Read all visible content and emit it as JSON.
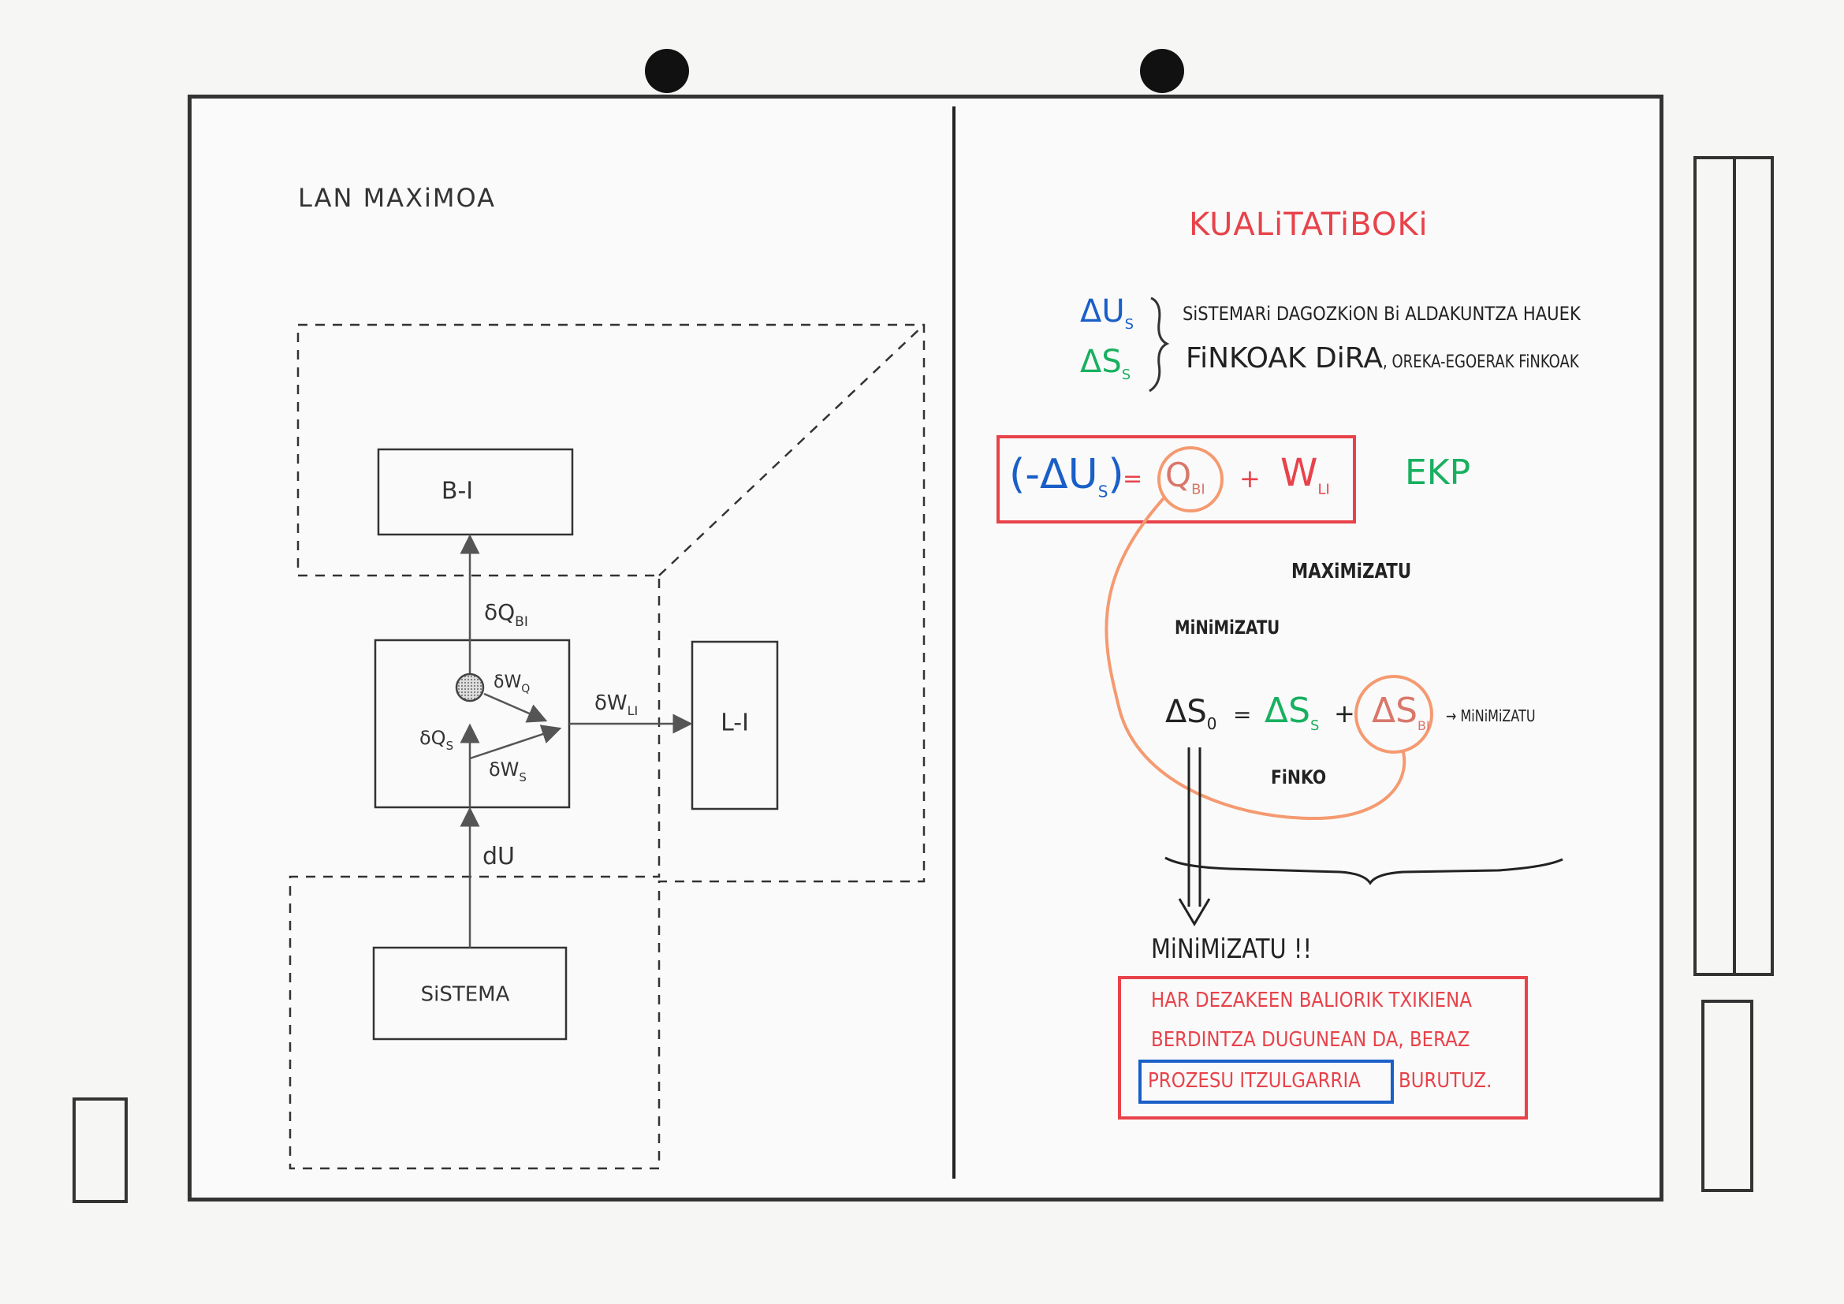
{
  "left_panel": {
    "title": "LAN MAXiMOA",
    "boxes": {
      "bi": "B-I",
      "li": "L-I",
      "sistema": "SiSTEMA"
    },
    "labels": {
      "dq_bi": "δQ",
      "dq_bi_sub": "BI",
      "dw_q": "δW",
      "dw_q_sub": "Q",
      "dq_s": "δQ",
      "dq_s_sub": "S",
      "dw_s": "δW",
      "dw_s_sub": "S",
      "dw_li": "δW",
      "dw_li_sub": "LI",
      "du": "dU"
    }
  },
  "right_panel": {
    "heading": "KUALiTATiBOKi",
    "delta_u_s": "ΔU",
    "delta_s_s": "ΔS",
    "sub_s": "S",
    "note_line1": "SiSTEMARi DAGOZKiON Bi ALDAKUNTZA HAUEK",
    "note_line2a": "FiNKOAK DiRA",
    "note_line2b": ", OREKA-EGOERAK FiNKOAK",
    "eq1": {
      "lhs": "(-ΔU",
      "lhs_sub": "S",
      "lhs_close": ")",
      "equals": "=",
      "q": "Q",
      "q_sub": "BI",
      "plus": "+",
      "w": "W",
      "w_sub": "LI"
    },
    "ekp": "EKP",
    "maximizatu": "MAXiMiZATU",
    "minimizatu": "MiNiMiZATU",
    "eq2": {
      "lhs": "ΔS",
      "lhs_sub": "0",
      "equals": "=",
      "ds_s": "ΔS",
      "ds_s_sub": "S",
      "plus": "+",
      "ds_bi": "ΔS",
      "ds_bi_sub": "BI",
      "arrow_note": "→ MiNiMiZATU"
    },
    "finko": "FiNKO",
    "minimizatu_big": "MiNiMiZATU !!",
    "conclusion_line1": "HAR DEZAKEEN BALIORIK TXIKIENA",
    "conclusion_line2": "BERDINTZA DUGUNEAN DA, BERAZ",
    "conclusion_boxed": "PROZESU ITZULGARRIA",
    "conclusion_end": "BURUTUZ."
  },
  "colors": {
    "ink": "#333333",
    "red": "#e8424a",
    "blue": "#1a5fc8",
    "green": "#18b060",
    "orange": "#f59a70",
    "orange_text": "#d9776b"
  }
}
